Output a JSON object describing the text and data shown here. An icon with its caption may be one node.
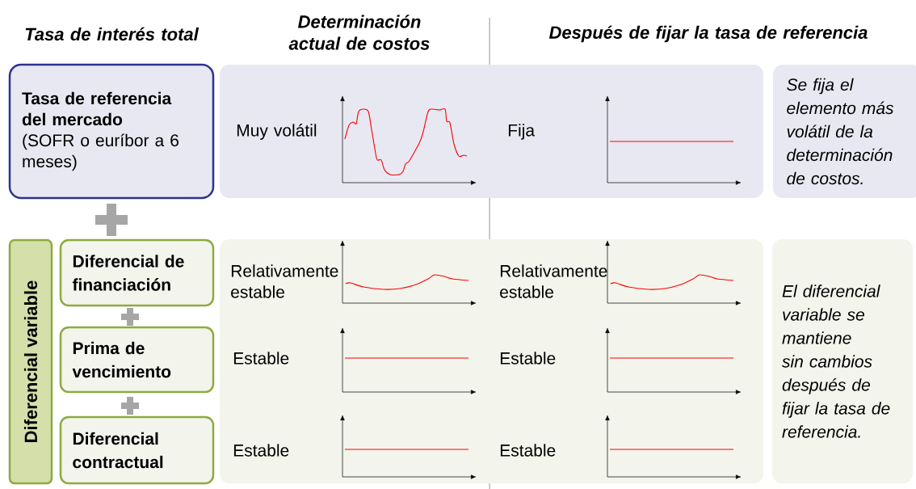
{
  "diagram": {
    "nodes": [
      {
        "text": [
          "Tasa de referencia del mercado",
          "(SOFR o euríbor a 6 meses)"
        ]
      },
      {
        "text": [
          "Diferencial variable"
        ]
      },
      {
        "text": [
          "Diferencial de financiación"
        ]
      },
      {
        "text": [
          "Prima de vencimiento"
        ]
      },
      {
        "text": [
          "Diferencial contractual"
        ]
      },
      {
        "text": [
          "Muy volátil",
          "Fija"
        ]
      },
      {
        "text": [
          "Se fija el elemento más volátil de la determinación de costos."
        ]
      },
      {
        "text": [
          "Relativamente estable",
          "Estable",
          "Estable",
          "Relativamente estable",
          "Estable",
          "Estable"
        ]
      },
      {
        "text": [
          "El diferencial variable se mantiene sin cambios después de fijar la tasa de referencia."
        ]
      }
    ],
    "labels": [
      "Tasa de interés total",
      "Determinación actual de costos",
      "Después de fijar la tasa de referencia"
    ]
  }
}
